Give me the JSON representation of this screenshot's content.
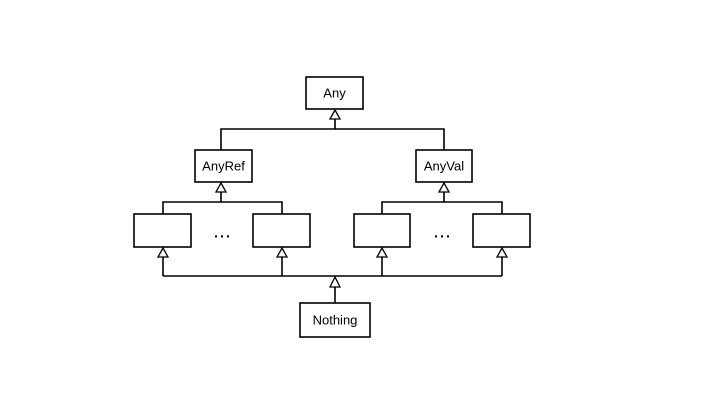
{
  "diagram": {
    "nodes": {
      "any": {
        "label": "Any"
      },
      "anyref": {
        "label": "AnyRef"
      },
      "anyval": {
        "label": "AnyVal"
      },
      "nothing": {
        "label": "Nothing"
      },
      "ref_child_1": {
        "label": ""
      },
      "ref_child_2": {
        "label": ""
      },
      "val_child_1": {
        "label": ""
      },
      "val_child_2": {
        "label": ""
      }
    },
    "ellipsis_ref": "…",
    "ellipsis_val": "…",
    "edges": [
      {
        "from": "anyref",
        "to": "any"
      },
      {
        "from": "anyval",
        "to": "any"
      },
      {
        "from": "ref_child_1",
        "to": "anyref"
      },
      {
        "from": "ref_child_2",
        "to": "anyref"
      },
      {
        "from": "val_child_1",
        "to": "anyval"
      },
      {
        "from": "val_child_2",
        "to": "anyval"
      },
      {
        "from": "nothing",
        "to": "ref_child_1"
      },
      {
        "from": "nothing",
        "to": "ref_child_2"
      },
      {
        "from": "nothing",
        "to": "val_child_1"
      },
      {
        "from": "nothing",
        "to": "val_child_2"
      }
    ],
    "colors": {
      "stroke": "#000000",
      "fill": "#ffffff",
      "background": "#ffffff"
    }
  }
}
